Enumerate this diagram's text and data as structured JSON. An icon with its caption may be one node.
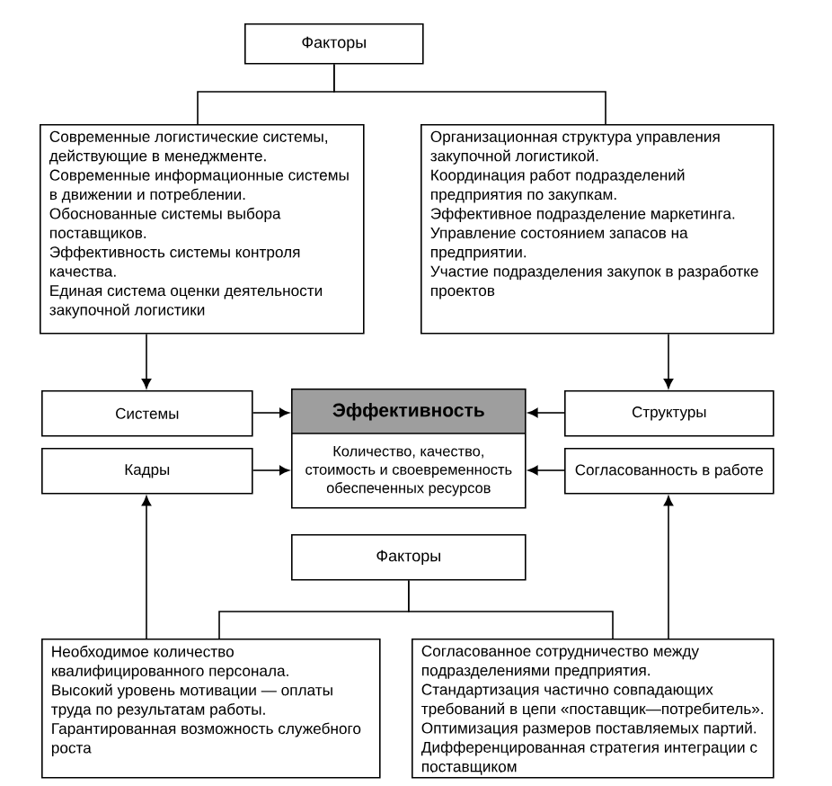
{
  "diagram": {
    "nodes": [
      {
        "text": [
          "Факторы"
        ]
      },
      {
        "text": [
          "Современные логистические системы, действующие в менеджменте.",
          "Современные информационные системы в движении и потреблении.",
          "Обоснованные системы выбора поставщиков.",
          "Эффективность системы контроля качества.",
          "Единая система оценки деятельности закупочной логистики"
        ]
      },
      {
        "text": [
          "Организационная структура управления закупочной логистикой.",
          "Координация работ подразделений предприятия по закупкам.",
          "Эффективное подразделение маркетинга.",
          "Управление состоянием запасов на предприятии.",
          "Участие подразделения закупок в разработке проектов"
        ]
      },
      {
        "text": [
          "Системы"
        ]
      },
      {
        "text": [
          "Эффективность",
          "Количество, качество, стоимость и своевременность обеспеченных ресурсов"
        ]
      },
      {
        "text": [
          "Структуры"
        ]
      },
      {
        "text": [
          "Кадры"
        ]
      },
      {
        "text": [
          "Согласованность в работе"
        ]
      },
      {
        "text": [
          "Факторы"
        ]
      },
      {
        "text": [
          "Необходимое количество квалифицированного персонала.",
          "Высокий уровень мотивации — оплаты труда по результатам работы.",
          "Гарантированная возможность служебного роста"
        ]
      },
      {
        "text": [
          "Согласованное сотрудничество между подразделениями предприятия.",
          "Стандартизация частично совпадающих требований в цепи «поставщик—потребитель».",
          "Оптимизация размеров поставляемых партий.",
          "Дифференцированная стратегия интеграции с поставщиком"
        ]
      }
    ],
    "edges": [
      {
        "from": 0,
        "to": 1,
        "arrow": "none"
      },
      {
        "from": 0,
        "to": 2,
        "arrow": "none"
      },
      {
        "from": 1,
        "to": 3,
        "arrow": "to"
      },
      {
        "from": 2,
        "to": 5,
        "arrow": "to"
      },
      {
        "from": 3,
        "to": 4,
        "arrow": "to"
      },
      {
        "from": 5,
        "to": 4,
        "arrow": "to"
      },
      {
        "from": 6,
        "to": 4,
        "arrow": "to"
      },
      {
        "from": 7,
        "to": 4,
        "arrow": "to"
      },
      {
        "from": 9,
        "to": 6,
        "arrow": "to"
      },
      {
        "from": 10,
        "to": 7,
        "arrow": "to"
      },
      {
        "from": 8,
        "to": 9,
        "arrow": "none"
      },
      {
        "from": 8,
        "to": 10,
        "arrow": "none"
      }
    ]
  }
}
